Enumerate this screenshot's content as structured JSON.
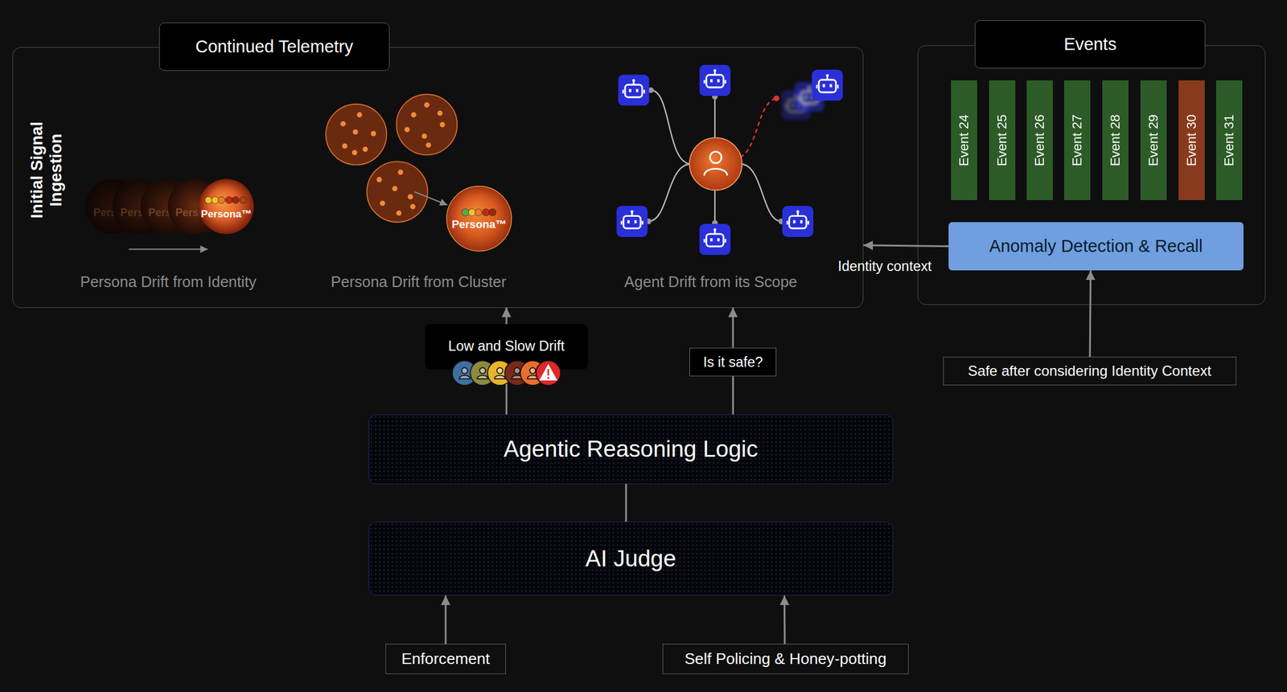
{
  "diagram": {
    "nodes": [
      {
        "text": [
          "Continued Telemetry"
        ]
      },
      {
        "text": [
          "Pers"
        ],
        "in": 0
      },
      {
        "text": [
          "Pers"
        ],
        "in": 0
      },
      {
        "text": [
          "Pers"
        ],
        "in": 0
      },
      {
        "text": [
          "Pers"
        ],
        "in": 0
      },
      {
        "text": [
          "Persona™"
        ],
        "in": 0
      },
      {
        "text": [
          "Persona™"
        ],
        "in": 0
      },
      {
        "text": [
          "Events"
        ]
      },
      {
        "text": [
          "Event 24"
        ],
        "in": 7
      },
      {
        "text": [
          "Event 25"
        ],
        "in": 7
      },
      {
        "text": [
          "Event 26"
        ],
        "in": 7
      },
      {
        "text": [
          "Event 27"
        ],
        "in": 7
      },
      {
        "text": [
          "Event 28"
        ],
        "in": 7
      },
      {
        "text": [
          "Event 29"
        ],
        "in": 7
      },
      {
        "text": [
          "Event 30"
        ],
        "in": 7
      },
      {
        "text": [
          "Event 31"
        ],
        "in": 7
      },
      {
        "text": [
          "Anomaly Detection & Recall"
        ],
        "in": 7
      },
      {
        "text": [
          "Agentic Reasoning Logic"
        ]
      },
      {
        "text": [
          "AI Judge"
        ]
      },
      {
        "text": [
          "Safe after considering Identity Context"
        ]
      },
      {
        "text": [
          "Enforcement"
        ]
      },
      {
        "text": [
          "Self Policing & Honey-potting"
        ]
      }
    ],
    "edges": [
      {
        "from": 16,
        "to": 0,
        "arrow": "to",
        "label": "Identity context"
      },
      {
        "from": 19,
        "to": 16,
        "arrow": "to"
      },
      {
        "from": 17,
        "to": 0,
        "arrow": "to",
        "label": "Low and Slow Drift"
      },
      {
        "from": 17,
        "to": 0,
        "arrow": "to",
        "label": "Is it safe?"
      },
      {
        "from": 18,
        "to": 17,
        "arrow": "none"
      },
      {
        "from": 20,
        "to": 18,
        "arrow": "to"
      },
      {
        "from": 21,
        "to": 18,
        "arrow": "to"
      }
    ],
    "labels": [
      "Initial Signal Ingestion",
      "Persona Drift from Identity",
      "Persona Drift from Cluster",
      "Agent Drift from its Scope"
    ]
  }
}
